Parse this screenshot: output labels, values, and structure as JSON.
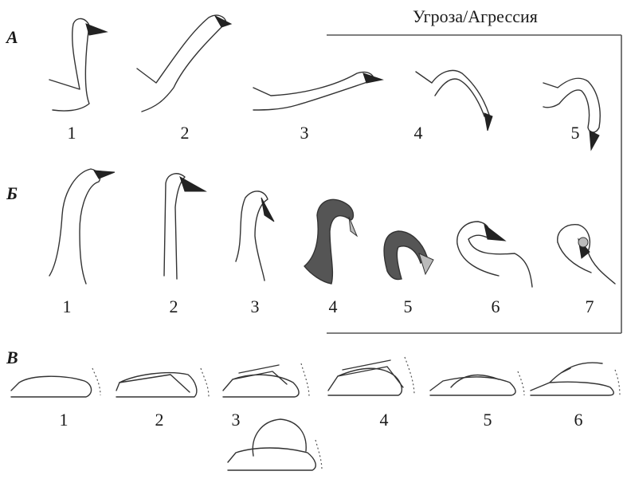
{
  "labels": {
    "a": "А",
    "b": "Б",
    "c": "В"
  },
  "threat_title": "Угроза/Агрессия",
  "row_a": [
    "1",
    "2",
    "3",
    "4",
    "5"
  ],
  "row_b": [
    "1",
    "2",
    "3",
    "4",
    "5",
    "6",
    "7"
  ],
  "row_c": [
    "1",
    "2",
    "3",
    "4",
    "5",
    "6"
  ]
}
